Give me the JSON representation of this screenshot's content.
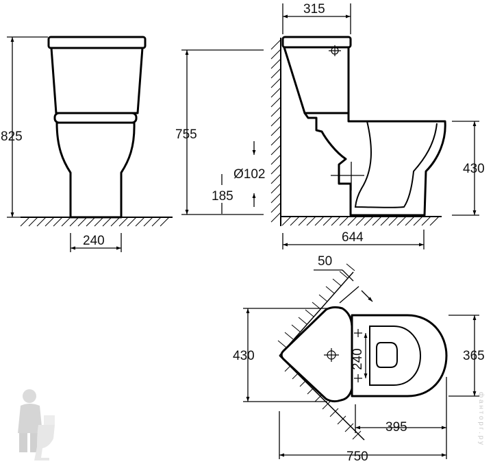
{
  "front_view": {
    "height_label": "825",
    "outlet_width_label": "240"
  },
  "side_view": {
    "cistern_height_label": "755",
    "outlet_diameter_label": "Ø102",
    "outlet_height_label": "185",
    "cistern_depth_label": "315",
    "seat_height_label": "430",
    "total_depth_label": "644"
  },
  "top_view": {
    "wall_offset_label": "50",
    "wall_span_label": "430",
    "fixing_span_label": "240",
    "bowl_width_label": "365",
    "bowl_length_label": "395",
    "total_length_label": "750"
  },
  "watermark": {
    "text": "ф а н т о р г . р у",
    "mascot_icon": "plumber-mascot"
  }
}
